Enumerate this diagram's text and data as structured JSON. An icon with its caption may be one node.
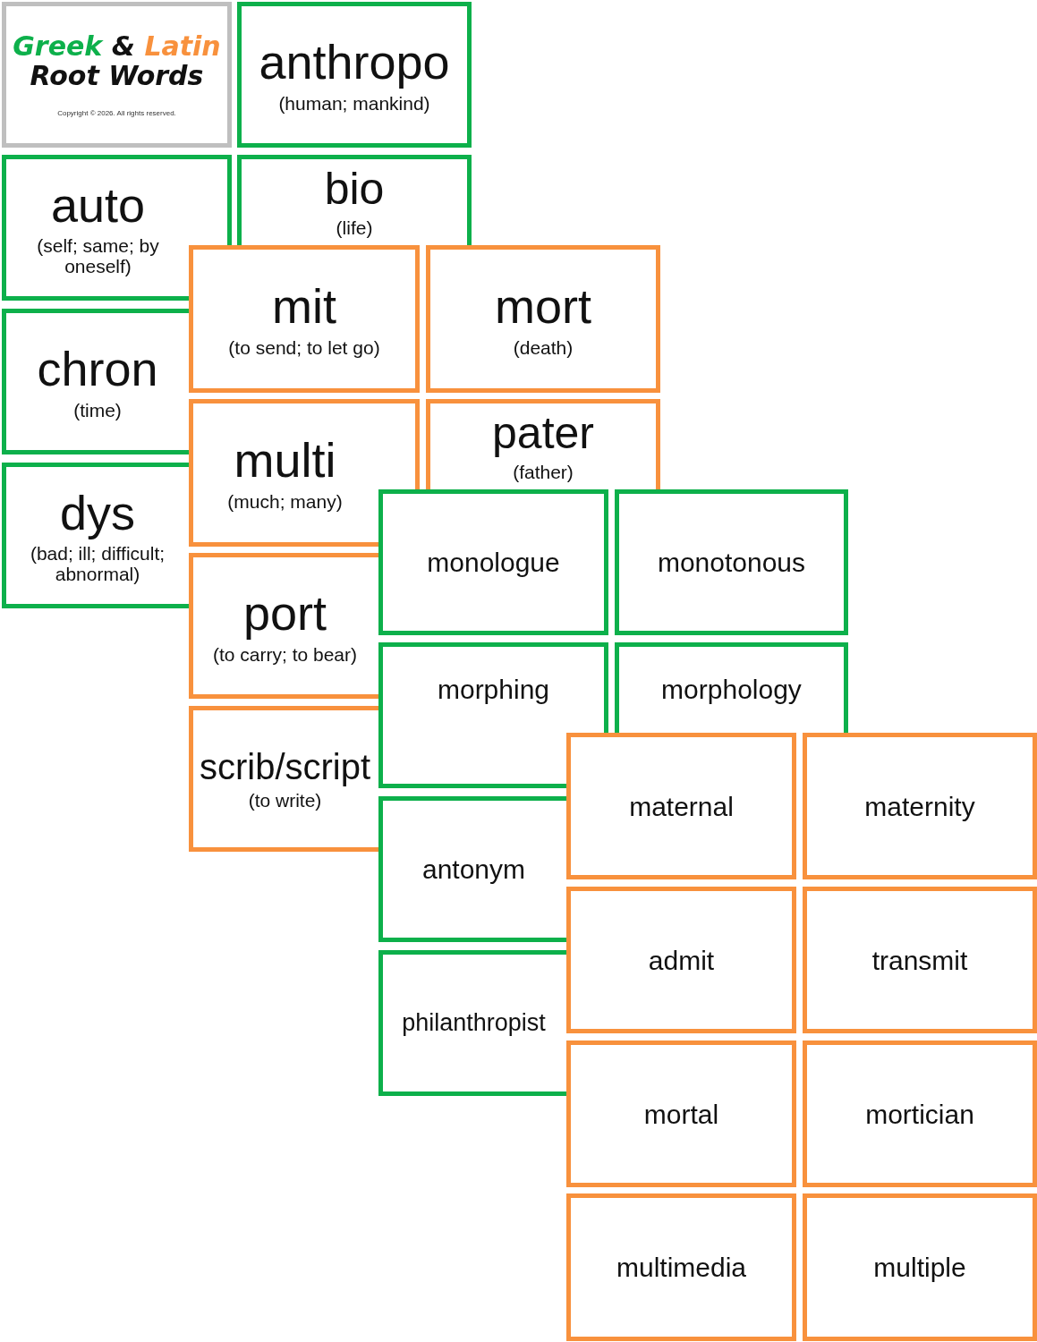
{
  "diagram": {
    "nodes": [
      {
        "text": [
          "Greek & Latin",
          "Root Words",
          "Copyright © 2026. All rights reserved."
        ]
      },
      {
        "text": [
          "anthropo",
          "(human; mankind)"
        ]
      },
      {
        "text": [
          "auto",
          "(self; same; by oneself)"
        ]
      },
      {
        "text": [
          "bio",
          "(life)"
        ]
      },
      {
        "text": [
          "chron",
          "(time)"
        ]
      },
      {
        "text": [
          "dys",
          "(bad; ill; difficult; abnormal)"
        ]
      },
      {
        "text": [
          "mit",
          "(to send; to let go)"
        ]
      },
      {
        "text": [
          "mort",
          "(death)"
        ]
      },
      {
        "text": [
          "multi",
          "(much; many)"
        ]
      },
      {
        "text": [
          "pater",
          "(father)"
        ]
      },
      {
        "text": [
          "port",
          "(to carry; to bear)"
        ]
      },
      {
        "text": [
          "scrib/script",
          "(to write)"
        ]
      },
      {
        "text": [
          "monologue"
        ]
      },
      {
        "text": [
          "monotonous"
        ]
      },
      {
        "text": [
          "morphing"
        ]
      },
      {
        "text": [
          "morphology"
        ]
      },
      {
        "text": [
          "antonym"
        ]
      },
      {
        "text": [
          "philanthropist"
        ]
      },
      {
        "text": [
          "maternal"
        ]
      },
      {
        "text": [
          "maternity"
        ]
      },
      {
        "text": [
          "admit"
        ]
      },
      {
        "text": [
          "transmit"
        ]
      },
      {
        "text": [
          "mortal"
        ]
      },
      {
        "text": [
          "mortician"
        ]
      },
      {
        "text": [
          "multimedia"
        ]
      },
      {
        "text": [
          "multiple"
        ]
      }
    ]
  }
}
